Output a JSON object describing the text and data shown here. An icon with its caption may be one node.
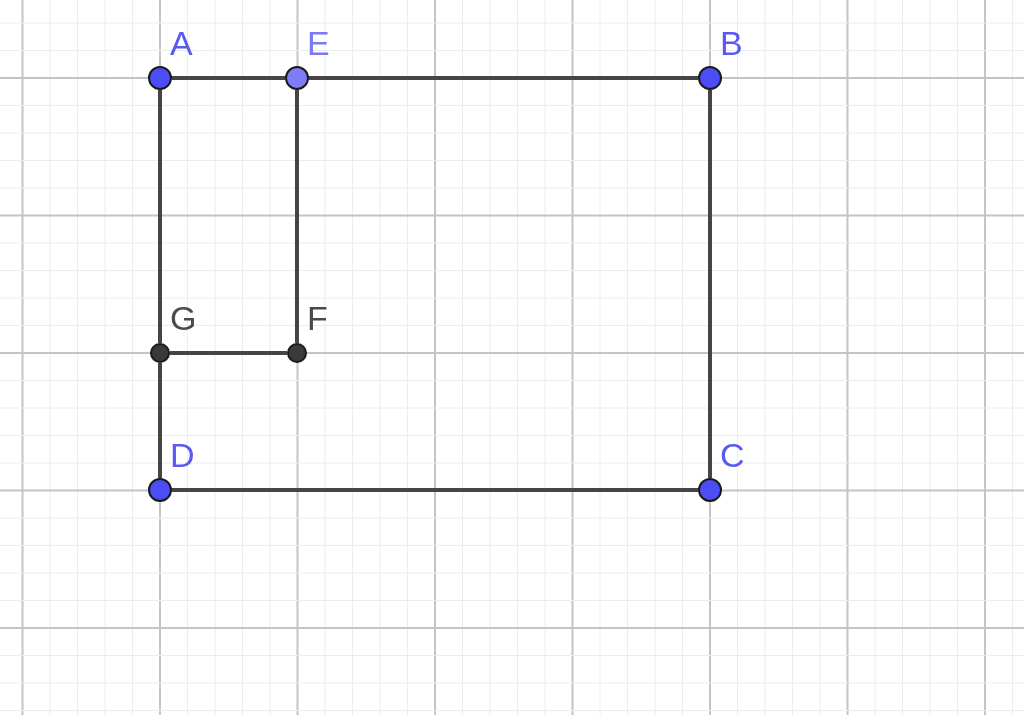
{
  "diagram": {
    "nodes": [
      {
        "text": [
          "A"
        ]
      },
      {
        "text": [
          "E"
        ]
      },
      {
        "text": [
          "B"
        ]
      },
      {
        "text": [
          "G"
        ]
      },
      {
        "text": [
          "F"
        ]
      },
      {
        "text": [
          "D"
        ]
      },
      {
        "text": [
          "C"
        ]
      }
    ],
    "edges": [
      {
        "from": 0,
        "to": 1,
        "arrow": "none"
      },
      {
        "from": 1,
        "to": 2,
        "arrow": "none"
      },
      {
        "from": 2,
        "to": 6,
        "arrow": "none"
      },
      {
        "from": 6,
        "to": 5,
        "arrow": "none"
      },
      {
        "from": 5,
        "to": 3,
        "arrow": "none"
      },
      {
        "from": 3,
        "to": 0,
        "arrow": "none"
      },
      {
        "from": 1,
        "to": 4,
        "arrow": "none"
      },
      {
        "from": 4,
        "to": 3,
        "arrow": "none"
      }
    ]
  }
}
